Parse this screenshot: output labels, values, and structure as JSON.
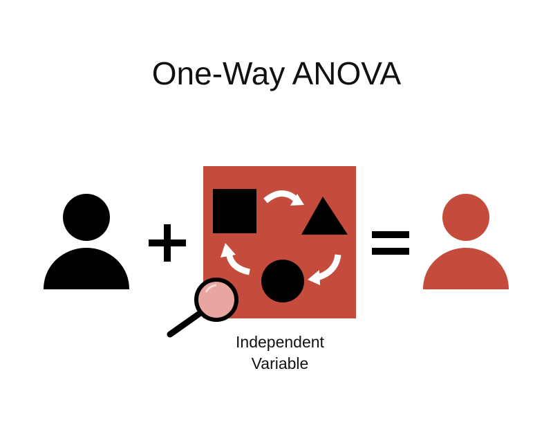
{
  "title": "One-Way ANOVA",
  "caption": {
    "line1": "Independent",
    "line2": "Variable"
  },
  "colors": {
    "accent_red": "#c54b3c",
    "black": "#000000",
    "white": "#ffffff",
    "lens_tint": "#e9a6a0"
  },
  "icons": {
    "left_person": "person-icon",
    "plus": "plus-icon",
    "variable_box": "variable-box",
    "equals": "equals-icon",
    "right_person": "person-icon",
    "magnifier": "magnifying-glass-icon"
  }
}
